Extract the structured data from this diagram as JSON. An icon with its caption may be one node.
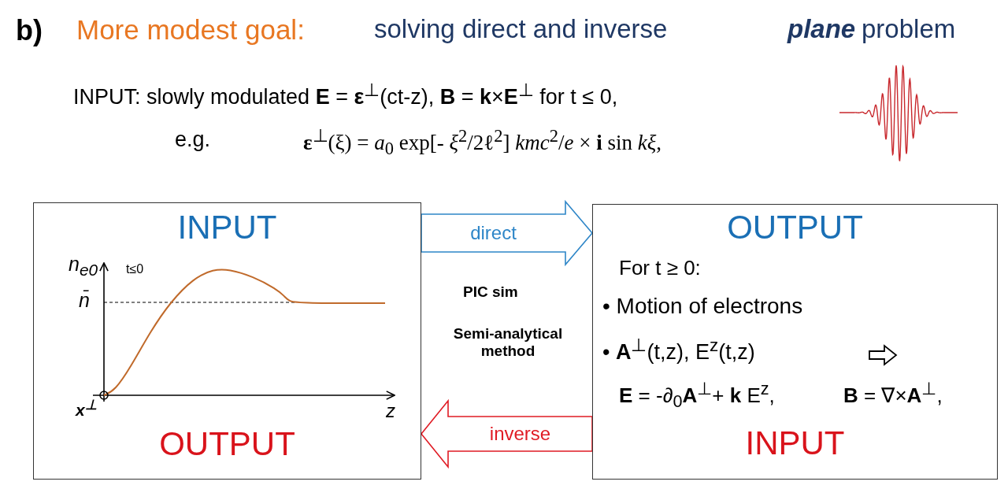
{
  "diagram": {
    "nodes": [
      {
        "text": [
          "INPUT",
          "OUTPUT"
        ]
      },
      {
        "text": [
          "OUTPUT",
          "For t ≥ 0:",
          "• Motion of electrons",
          "• **A**$^{⊥}$(t,z), E$^{z}$(t,z)",
          "**E** = -∂$_{0}$**A**$^{⊥}$+ **k** E$^{z}$,",
          "**B** = ∇×**A**$^{⊥}$,",
          "INPUT"
        ]
      }
    ],
    "edges": [
      {
        "from": 0,
        "to": 1,
        "arrow": "to",
        "label": "direct",
        "color": "#2e86c8"
      },
      {
        "from": 1,
        "to": 0,
        "arrow": "to",
        "label": "inverse",
        "color": "#e01b24"
      }
    ],
    "labels": [
      "b)",
      "More modest goal:",
      "solving direct and inverse",
      "plane",
      "problem",
      "INPUT: slowly modulated **E** = **ε**$^{⊥}$(ct-z), **B** = **k**×**E**$^{⊥}$ for t ≤ 0,",
      "e.g.",
      "**ε**$^{⊥}$(ξ) = *a*$_{0}$ exp[- *ξ*$^{2}$/2ℓ$^{2}$] *kmc*$^{2}$/*e* × **i** sin *kξ*,",
      "n$_{e0}$",
      "t≤0",
      "n̄",
      "x$^{⊥}$",
      "z",
      "PIC sim",
      "Semi-analytical method"
    ]
  }
}
